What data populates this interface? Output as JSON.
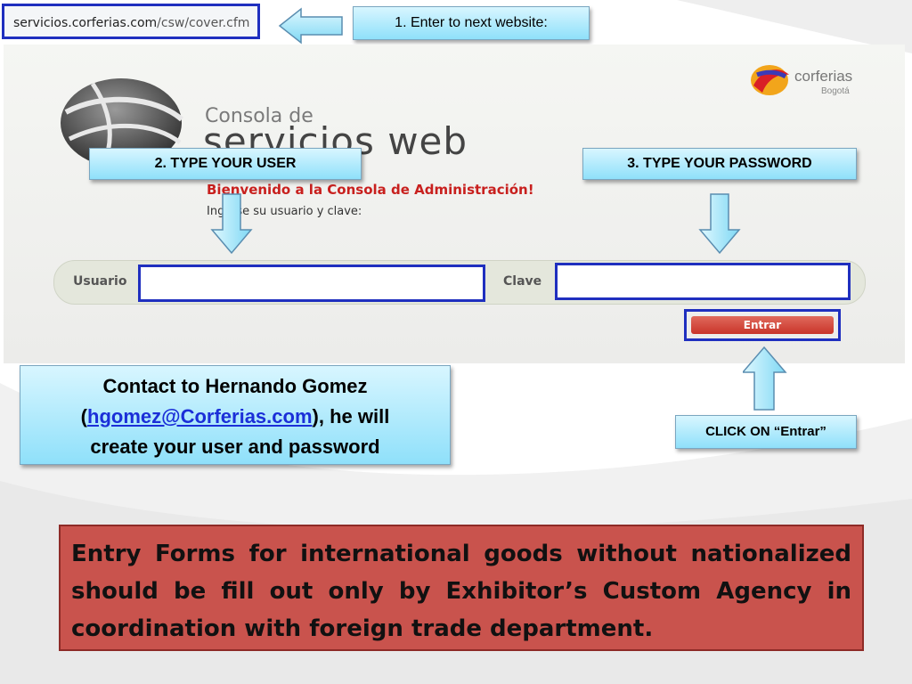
{
  "url_bar": {
    "domain": "servicios.corferias.com",
    "path": "/csw/cover.cfm"
  },
  "steps": {
    "step1": "1. Enter to next website:",
    "step2": "2. TYPE YOUR USER",
    "step3": "3. TYPE YOUR PASSWORD",
    "step4": "CLICK ON “Entrar”"
  },
  "login_page": {
    "logo_line1": "Consola de",
    "logo_line2": "servicios web",
    "welcome": "Bienvenido a la Consola de Administración!",
    "instructions": "Ingrese su usuario y clave:",
    "user_label": "Usuario",
    "password_label": "Clave",
    "user_value": "",
    "password_value": "",
    "submit_label": "Entrar",
    "brand_name": "corferias",
    "brand_city": "Bogotá"
  },
  "contact": {
    "line1": "Contact to Hernando Gomez",
    "open_paren": "(",
    "email": "hgomez@Corferias.com",
    "line2_rest": "), he will",
    "line3": "create your user and password"
  },
  "note": {
    "text": "Entry Forms for international goods without nationalized should be fill out only by Exhibitor’s Custom Agency in coordination with foreign trade department."
  },
  "colors": {
    "highlight_border": "#1f2fbf",
    "callout_fill": "#8fe0fa",
    "note_fill": "#c9534d",
    "welcome_text": "#c8201e",
    "button_fill": "#c9342a"
  }
}
